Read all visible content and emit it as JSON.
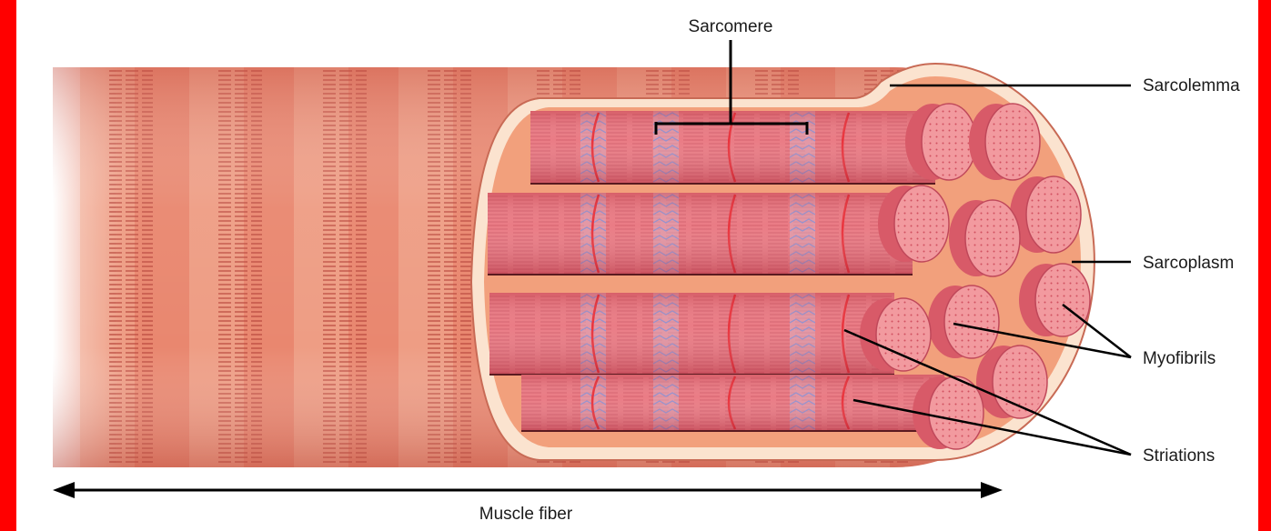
{
  "labels": {
    "sarcomere": "Sarcomere",
    "sarcolemma": "Sarcolemma",
    "sarcoplasm": "Sarcoplasm",
    "myofibrils": "Myofibrils",
    "striations": "Striations",
    "muscle_fiber": "Muscle fiber"
  },
  "colors": {
    "border": "#ff0000",
    "fiber": "#e9876f",
    "fiber_light": "#f3ae96",
    "sarcolemma": "#fbe3cf",
    "myofibril": "#e8707a",
    "myofibril_end": "#f29a9f",
    "z_line": "#e8202a",
    "m_line": "#8888cc",
    "leader": "#000000"
  }
}
